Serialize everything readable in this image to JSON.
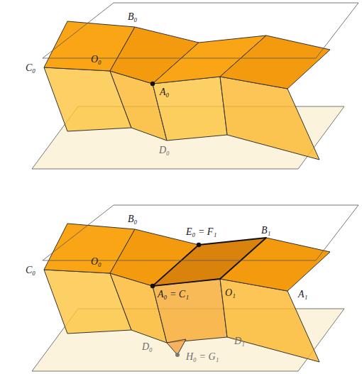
{
  "diagram": {
    "labels": [
      "B₀",
      "C₀",
      "O₀",
      "A₀",
      "D₀",
      "B₀",
      "E₀ = F₁",
      "B₁",
      "C₀",
      "O₀",
      "A₀ = C₁",
      "O₁",
      "A₁",
      "D₀",
      "H₀ = G₁",
      "D₁"
    ]
  }
}
